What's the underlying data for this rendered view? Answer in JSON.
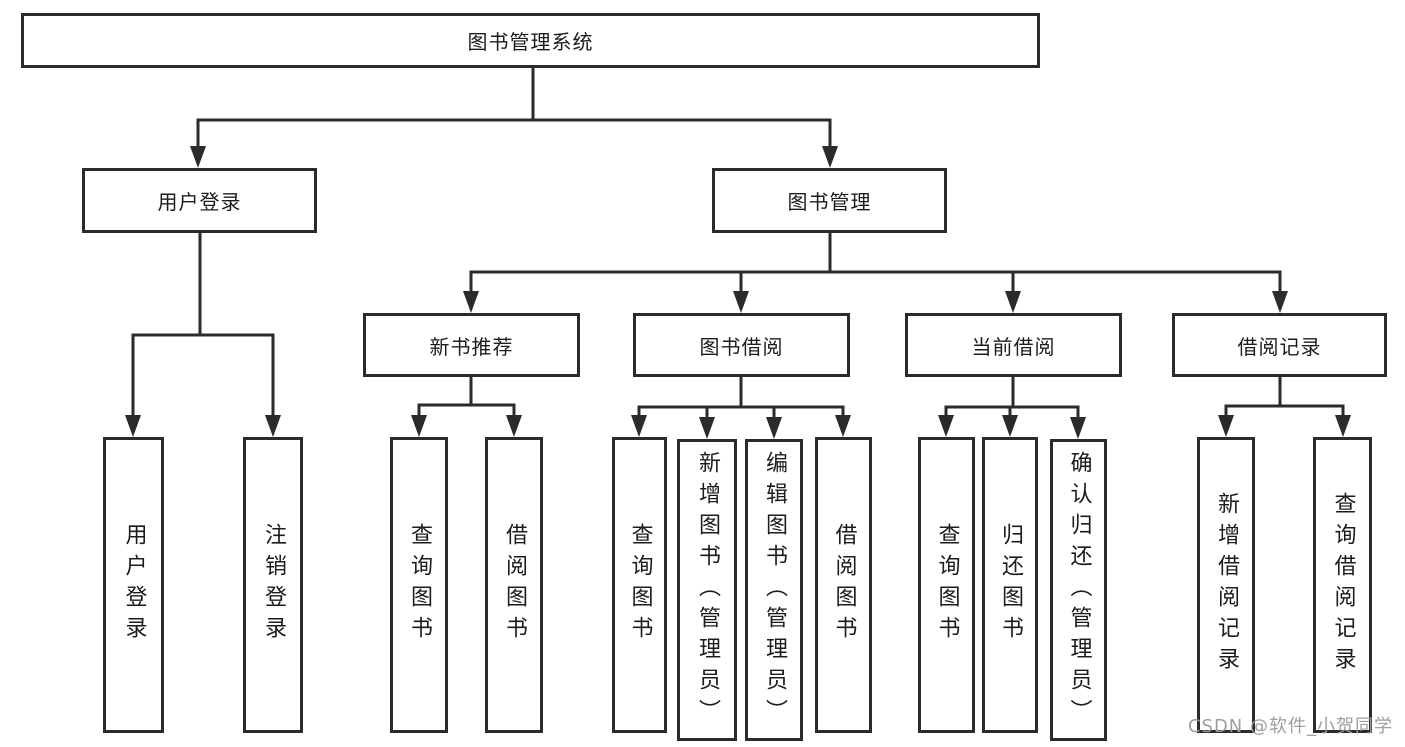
{
  "colors": {
    "line": "#2b2b2b",
    "text": "#1c1c1c",
    "background": "#ffffff",
    "watermark": "#9e9e9e"
  },
  "tree": {
    "root": {
      "label": "图书管理系统"
    },
    "children": [
      {
        "label": "用户登录",
        "children": [
          {
            "label": "用户登录"
          },
          {
            "label": "注销登录"
          }
        ]
      },
      {
        "label": "图书管理",
        "children": [
          {
            "label": "新书推荐",
            "children": [
              {
                "label": "查询图书"
              },
              {
                "label": "借阅图书"
              }
            ]
          },
          {
            "label": "图书借阅",
            "children": [
              {
                "label": "查询图书"
              },
              {
                "label": "新增图书（管理员）"
              },
              {
                "label": "编辑图书（管理员）"
              },
              {
                "label": "借阅图书"
              }
            ]
          },
          {
            "label": "当前借阅",
            "children": [
              {
                "label": "查询图书"
              },
              {
                "label": "归还图书"
              },
              {
                "label": "确认归还（管理员）"
              }
            ]
          },
          {
            "label": "借阅记录",
            "children": [
              {
                "label": "新增借阅记录"
              },
              {
                "label": "查询借阅记录"
              }
            ]
          }
        ]
      }
    ]
  },
  "watermark": {
    "text": "CSDN @软件_小贺同学"
  }
}
